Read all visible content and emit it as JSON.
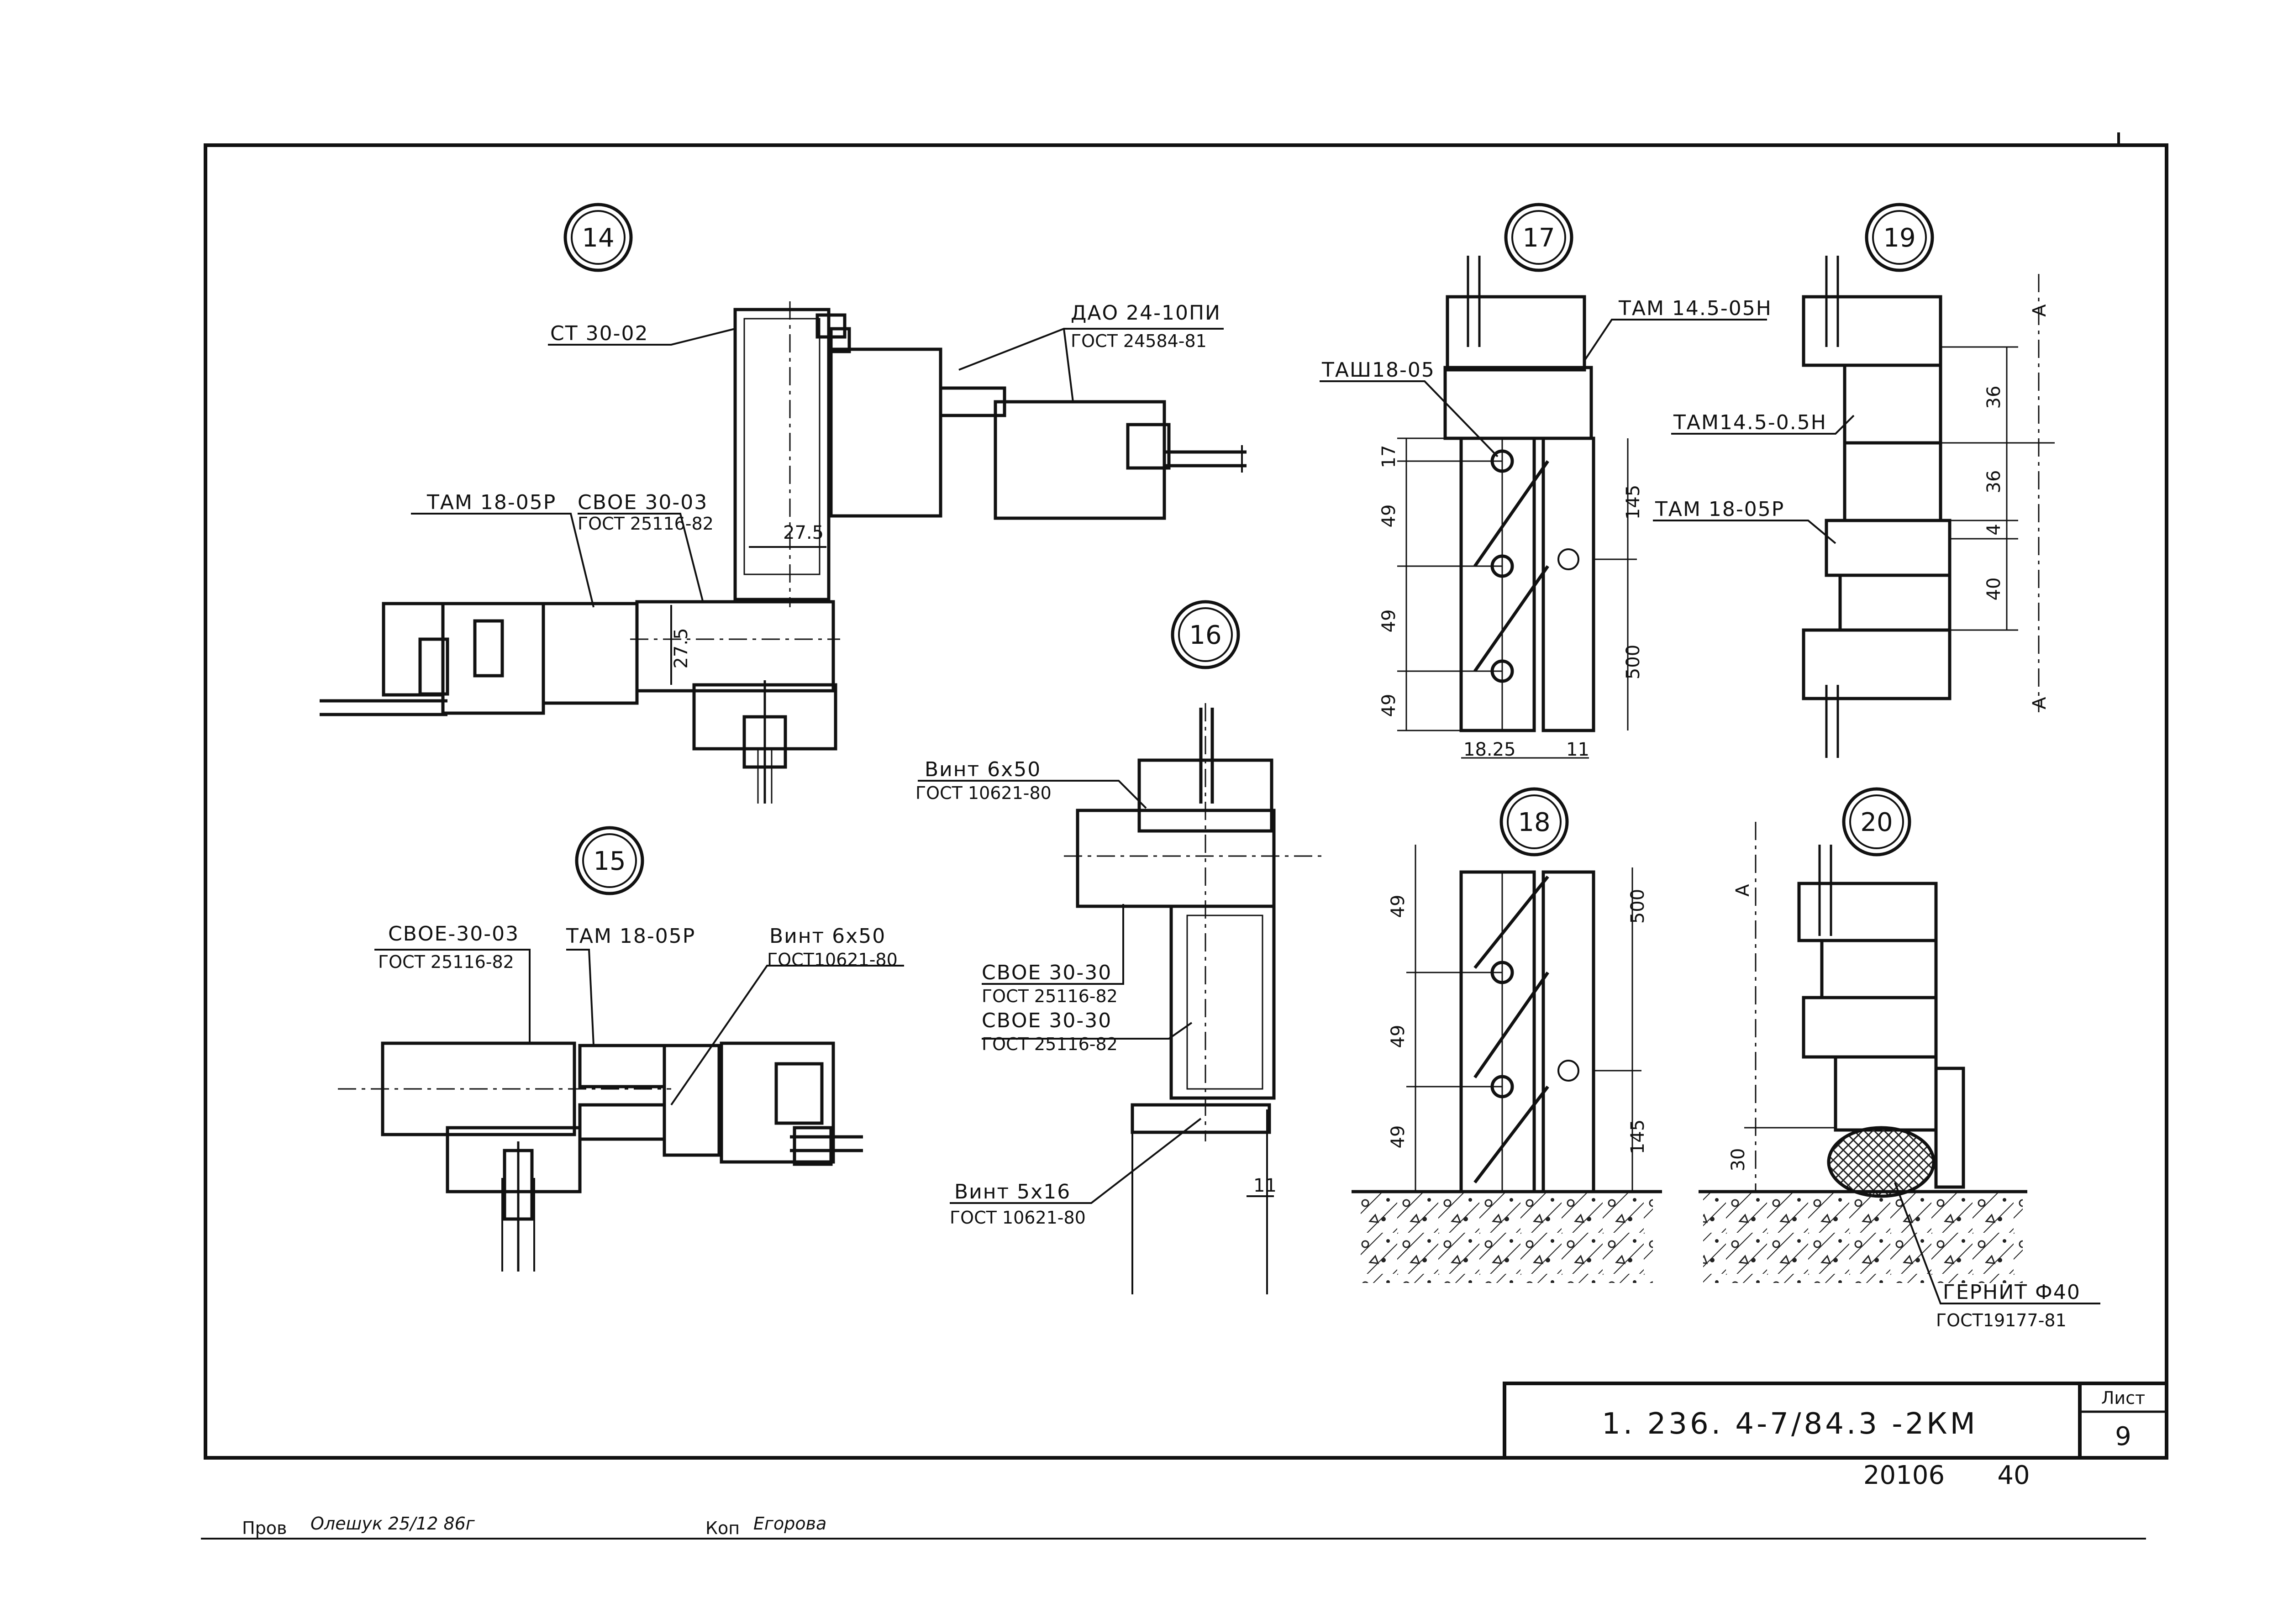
{
  "details": {
    "d14": {
      "number": "14",
      "st": "СТ 30-02",
      "dao": "ДАО 24-10ПИ",
      "dao_gost": "ГОСТ 24584-81",
      "tam": "ТАМ 18-05Р",
      "svoe": "СВОЕ 30-03",
      "svoe_gost": "ГОСТ 25116-82",
      "dim_1": "27.5",
      "dim_2": "27.5"
    },
    "d15": {
      "number": "15",
      "svoe": "СВОЕ-30-03",
      "svoe_gost": "ГОСТ 25116-82",
      "tam": "ТАМ 18-05Р",
      "vint": "Винт 6х50",
      "vint_gost": "ГОСТ10621-80"
    },
    "d16": {
      "number": "16",
      "vint_top": "Винт 6х50",
      "vint_top_gost": "ГОСТ 10621-80",
      "svoe_1": "СВОЕ 30-30",
      "svoe_1_gost": "ГОСТ 25116-82",
      "svoe_2": "СВОЕ 30-30",
      "svoe_2_gost": "ГОСТ 25116-82",
      "vint_bottom": "Винт 5х16",
      "vint_bottom_gost": "ГОСТ 10621-80",
      "dim": "11"
    },
    "d17": {
      "number": "17",
      "tam": "ТАМ 14.5-05Н",
      "tash": "ТАШ18-05",
      "dims_left": [
        "17",
        "49",
        "49",
        "49"
      ],
      "dims_right": [
        "145",
        "500"
      ],
      "dims_bottom": [
        "18.25",
        "11"
      ]
    },
    "d18": {
      "number": "18",
      "dims_left": [
        "49",
        "49",
        "49"
      ],
      "dims_right": [
        "500",
        "145"
      ]
    },
    "d19": {
      "number": "19",
      "tam_1": "ТАМ14.5-0.5Н",
      "tam_2": "ТАМ 18-05Р",
      "section_mark": "А",
      "dims": [
        "36",
        "36",
        "4",
        "40"
      ]
    },
    "d20": {
      "number": "20",
      "section_mark": "А",
      "dim": "30",
      "gernit": "ГЕРНИТ Ф40",
      "gernit_gost": "ГОСТ19177-81"
    }
  },
  "title_block": {
    "code": "1. 236. 4-7/84.3 -2КМ",
    "sheet_label": "Лист",
    "sheet_number": "9",
    "order": "20106",
    "page": "40"
  },
  "footer": {
    "checked_label": "Пров",
    "checked_sign": "Олешук 25/12 86г",
    "copied_label": "Коп",
    "copied_sign": "Егорова"
  }
}
